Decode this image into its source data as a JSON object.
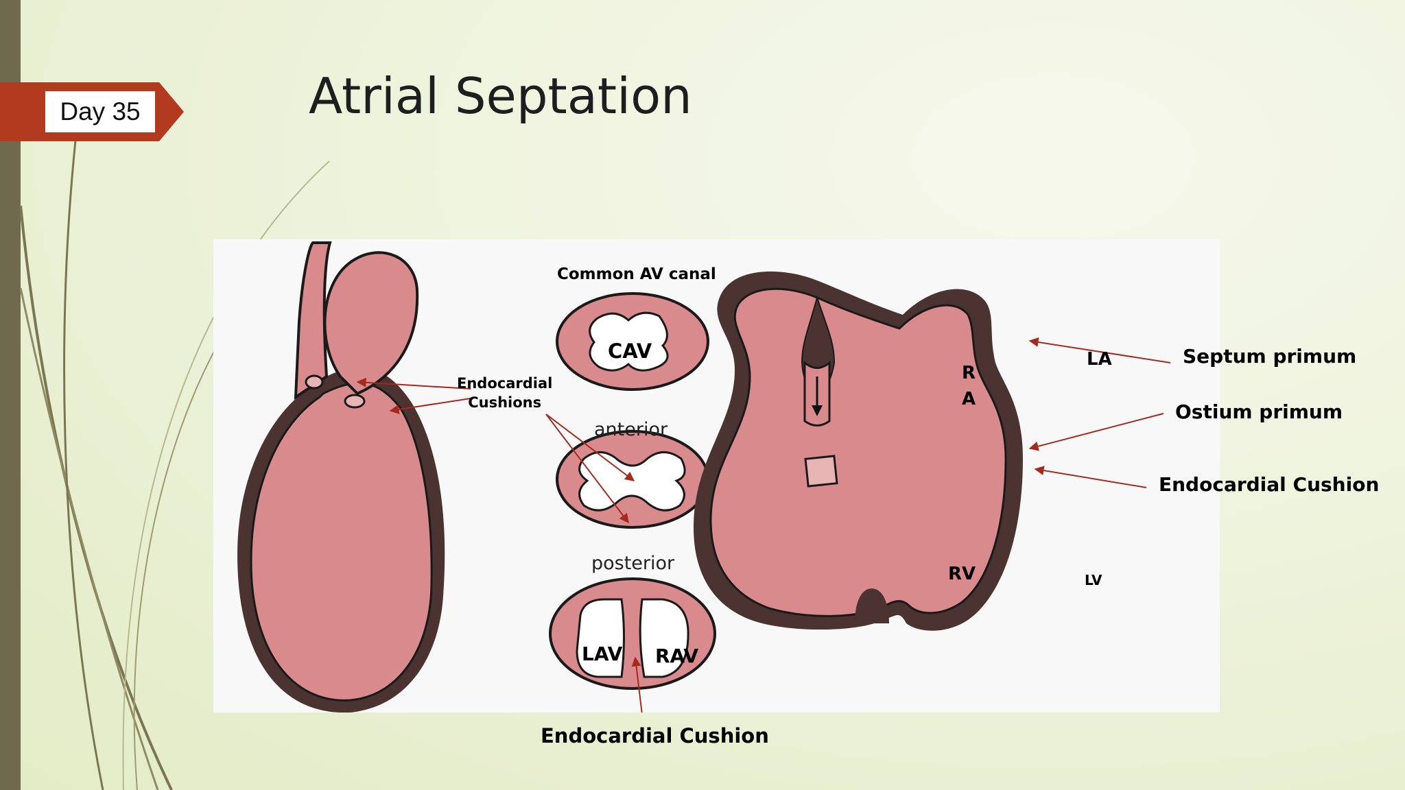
{
  "slide": {
    "tag": "Day 35",
    "title": "Atrial Septation"
  },
  "diagram": {
    "common_av_canal": "Common AV canal",
    "cav": "CAV",
    "endocardial_cushions": "Endocardial\nCushions",
    "anterior": "anterior",
    "posterior": "posterior",
    "lav": "LAV",
    "rav": "RAV",
    "endocardial_cushion_bottom": "Endocardial Cushion",
    "ra_r": "R",
    "ra_a": "A",
    "la": "LA",
    "rv": "RV",
    "lv": "LV",
    "septum_primum": "Septum primum",
    "ostium_primum": "Ostium primum",
    "endocardial_cushion_right": "Endocardial Cushion"
  },
  "colors": {
    "accent_red": "#b23a1e",
    "tissue": "#d98a8c",
    "outline": "#1a1a1a",
    "wall": "#4a3330",
    "arrow": "#a42a1f"
  }
}
